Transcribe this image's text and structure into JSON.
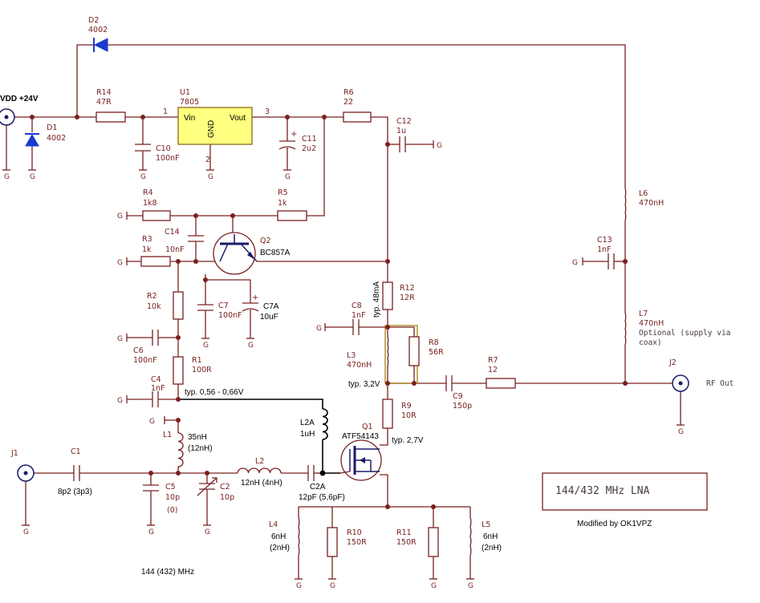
{
  "labels": {
    "vdd": "VDD +24V",
    "d1_ref": "D1",
    "d1_val": "4002",
    "d2_ref": "D2",
    "d2_val": "4002",
    "r14_ref": "R14",
    "r14_val": "47R",
    "u1_ref": "U1",
    "u1_val": "7805",
    "u1_vin": "Vin",
    "u1_vout": "Vout",
    "u1_gnd": "GND",
    "u1_pin1": "1",
    "u1_pin2": "2",
    "u1_pin3": "3",
    "c10_ref": "C10",
    "c10_val": "100nF",
    "c11_ref": "C11",
    "c11_val": "2u2",
    "r6_ref": "R6",
    "r6_val": "22",
    "c12_ref": "C12",
    "c12_val": "1u",
    "r4_ref": "R4",
    "r4_val": "1k8",
    "r5_ref": "R5",
    "r5_val": "1k",
    "c14_ref": "C14",
    "c14_val": "10nF",
    "r3_ref": "R3",
    "r3_val": "1k",
    "q2_ref": "Q2",
    "q2_val": "BC857A",
    "r2_ref": "R2",
    "r2_val": "10k",
    "c7_ref": "C7",
    "c7_val": "100nF",
    "c7a_ref": "C7A",
    "c7a_val": "10uF",
    "c6_ref": "C6",
    "c6_val": "100nF",
    "r1_ref": "R1",
    "r1_val": "100R",
    "c4_ref": "C4",
    "c4_val": "1nF",
    "typ_bias": "typ. 0,56 - 0,66V",
    "l1_ref": "L1",
    "l1_val1": "35nH",
    "l1_val2": "(12nH)",
    "l2a_ref": "L2A",
    "l2a_val": "1uH",
    "j1_ref": "J1",
    "c1_ref": "C1",
    "c1_val": "8p2 (3p3)",
    "c5_ref": "C5",
    "c5_val": "10p",
    "c5_val2": "(0)",
    "c2_ref": "C2",
    "c2_val": "10p",
    "l2_ref": "L2",
    "l2_val": "12nH (4nH)",
    "c2a_ref": "C2A",
    "c2a_val": "12pF (5,6pF)",
    "q1_ref": "Q1",
    "q1_val": "ATF54143",
    "typ_source": "typ. 2,7V",
    "r12_ref": "R12",
    "r12_val": "12R",
    "typ_current": "typ. 48mA",
    "c8_ref": "C8",
    "c8_val": "1nF",
    "r8_ref": "R8",
    "r8_val": "56R",
    "l3_ref": "L3",
    "l3_val": "470nH",
    "typ_drain": "typ. 3,2V",
    "r9_ref": "R9",
    "r9_val": "10R",
    "c9_ref": "C9",
    "c9_val": "150p",
    "r7_ref": "R7",
    "r7_val": "12",
    "j2_ref": "J2",
    "rf_out": "RF Out",
    "l6_ref": "L6",
    "l6_val": "470nH",
    "c13_ref": "C13",
    "c13_val": "1nF",
    "l7_ref": "L7",
    "l7_val": "470nH",
    "l7_note1": "Optional (supply via",
    "l7_note2": "coax)",
    "l4_ref": "L4",
    "l4_val1": "6nH",
    "l4_val2": "(2nH)",
    "r10_ref": "R10",
    "r10_val": "150R",
    "r11_ref": "R11",
    "r11_val": "150R",
    "l5_ref": "L5",
    "l5_val1": "6nH",
    "l5_val2": "(2nH)",
    "band": "144 (432) MHz",
    "title_box": "144/432 MHz LNA",
    "modified": "Modified by OK1VPZ",
    "gnd": "G"
  }
}
